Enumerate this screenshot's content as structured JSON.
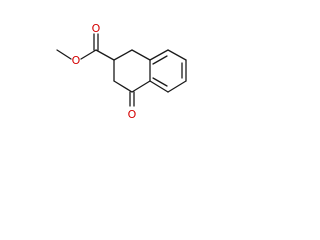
{
  "molecule": {
    "atom_labels": {
      "ester_carbonyl_oxygen": "O",
      "ester_ether_oxygen": "O",
      "ketone_oxygen": "O"
    },
    "label_color": "#d40000",
    "bond_color": "#1a1a1a"
  }
}
